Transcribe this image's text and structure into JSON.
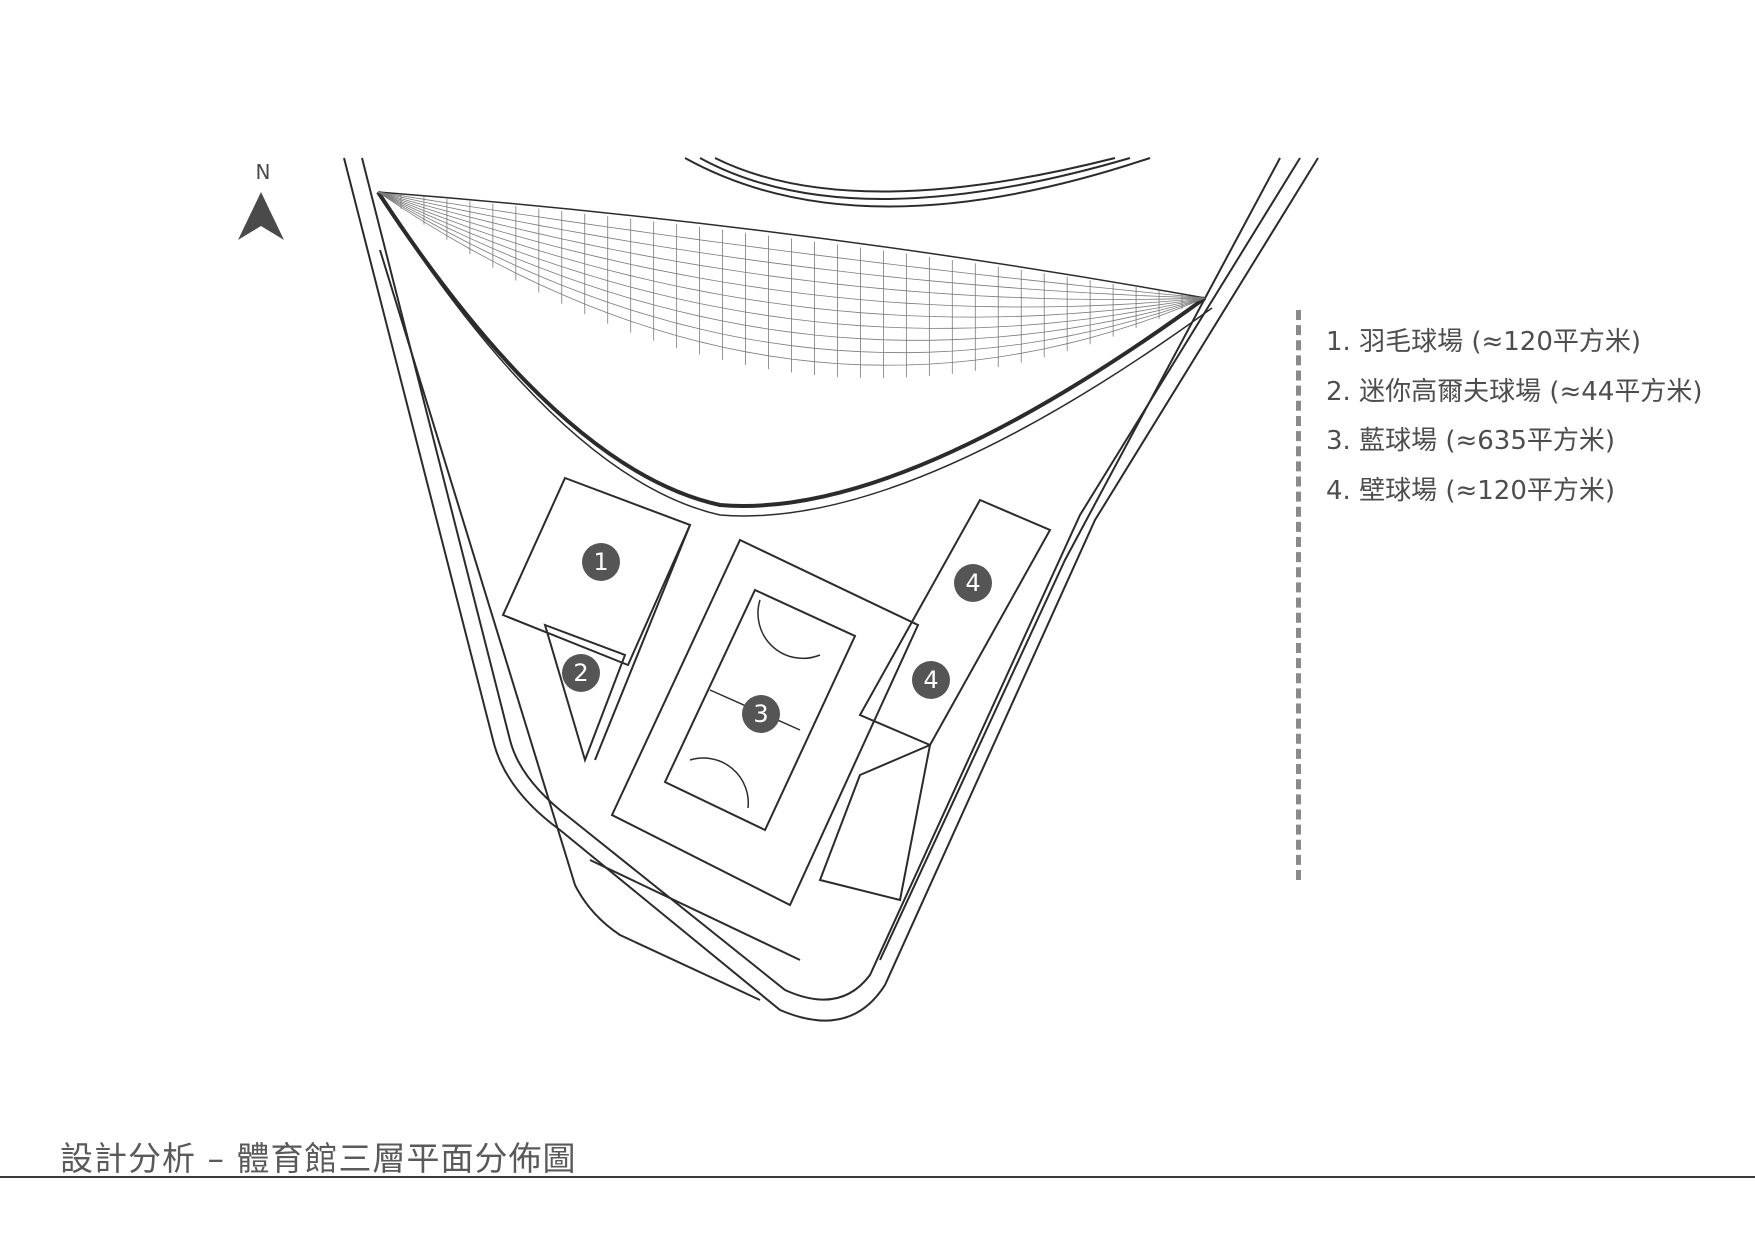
{
  "compass": {
    "letter": "N",
    "icon": "north-arrow-icon"
  },
  "legend": {
    "items": [
      "1. 羽毛球場 (≈120平方米)",
      "2. 迷你高爾夫球場 (≈44平方米)",
      "3. 藍球場 (≈635平方米)",
      "4. 壁球場 (≈120平方米)"
    ]
  },
  "plan": {
    "markers": [
      {
        "label": "1",
        "area": "badminton-court"
      },
      {
        "label": "2",
        "area": "mini-golf-court"
      },
      {
        "label": "3",
        "area": "basketball-court"
      },
      {
        "label": "4",
        "area": "squash-court-north"
      },
      {
        "label": "4",
        "area": "squash-court-south"
      }
    ]
  },
  "footer": {
    "title": "設計分析 – 體育館三層平面分佈圖"
  },
  "colors": {
    "line": "#2b2b2b",
    "marker_fill": "#555555",
    "text": "#4d4d4d"
  }
}
